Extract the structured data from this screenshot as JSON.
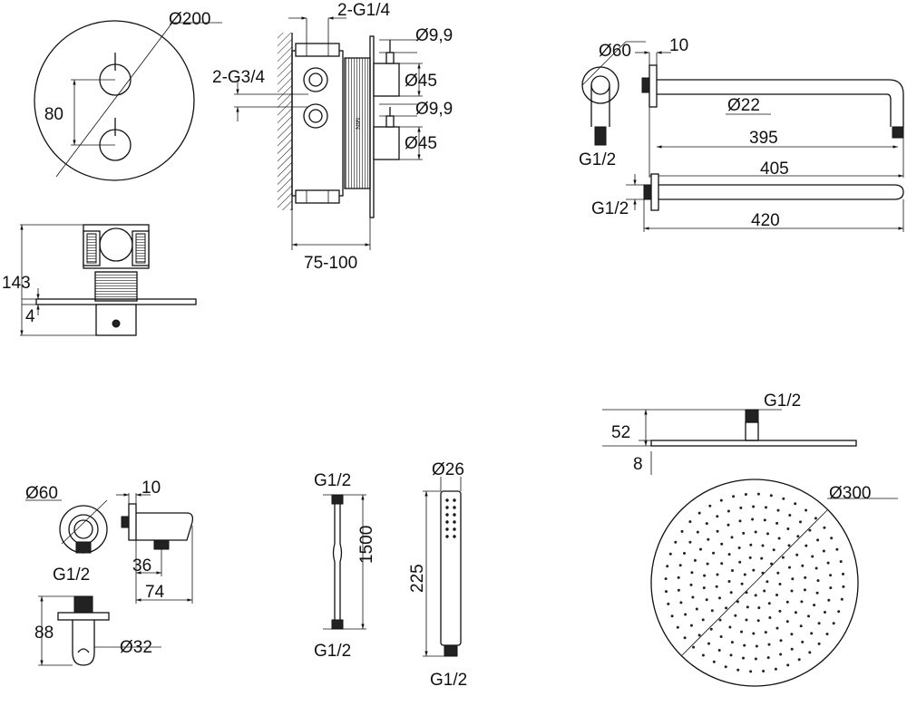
{
  "labels": {
    "mixer_diameter": "Ø200",
    "mixer_spacing": "80",
    "mixer_height": "143",
    "mixer_plate": "4",
    "body_outlet_thread": "2-G1/4",
    "body_inlet_thread": "2-G3/4",
    "body_pipe_1": "Ø9,9",
    "body_pipe_2": "Ø9,9",
    "body_handle_1": "Ø45",
    "body_handle_2": "Ø45",
    "body_depth": "75-100",
    "body_min_mark": "MIN",
    "arm_rosette": "Ø60",
    "arm_rosette_depth": "10",
    "arm_diameter": "Ø22",
    "arm_length_inner": "395",
    "arm_thread_top": "G1/2",
    "arm_length_total": "405",
    "arm2_thread": "G1/2",
    "arm2_length": "420",
    "outlet_rosette": "Ø60",
    "outlet_depth": "10",
    "outlet_thread": "G1/2",
    "outlet_offset": "36",
    "outlet_length": "74",
    "holder_height": "88",
    "holder_diameter": "Ø32",
    "hose_thread_top": "G1/2",
    "hose_length": "1500",
    "hose_thread_bottom": "G1/2",
    "hand_diameter": "Ø26",
    "hand_length": "225",
    "hand_thread": "G1/2",
    "head_thread": "G1/2",
    "head_height": "52",
    "head_thickness": "8",
    "head_diameter": "Ø300"
  }
}
